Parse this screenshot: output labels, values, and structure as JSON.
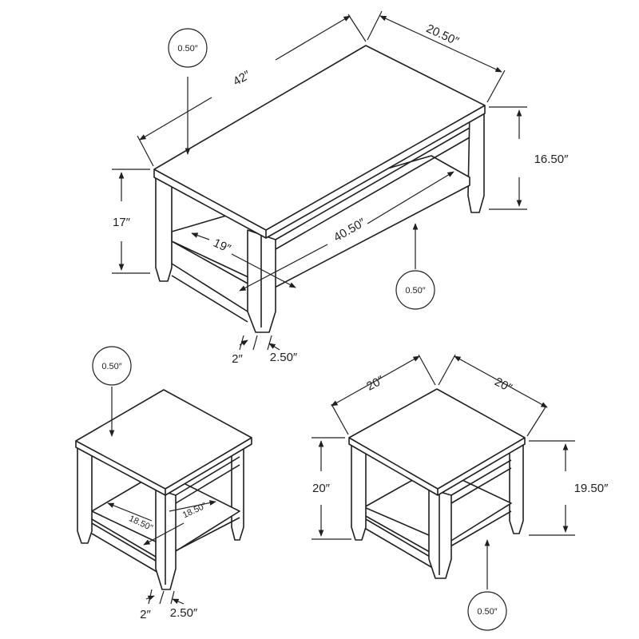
{
  "coffee_table": {
    "top_thickness": "0.50″",
    "length": "42″",
    "depth": "20.50″",
    "shelf_height": "16.50″",
    "height": "17″",
    "shelf_depth": "19″",
    "shelf_length": "40.50″",
    "shelf_thickness": "0.50″",
    "leg_inner": "2″",
    "leg_width": "2.50″"
  },
  "end_table_left": {
    "top_thickness": "0.50″",
    "shelf_depth_a": "18.50″",
    "shelf_depth_b": "18.50″",
    "leg_inner": "2″",
    "leg_width": "2.50″"
  },
  "end_table_right": {
    "width": "20″",
    "depth": "20″",
    "height": "20″",
    "shelf_height": "19.50″",
    "shelf_thickness": "0.50″"
  }
}
